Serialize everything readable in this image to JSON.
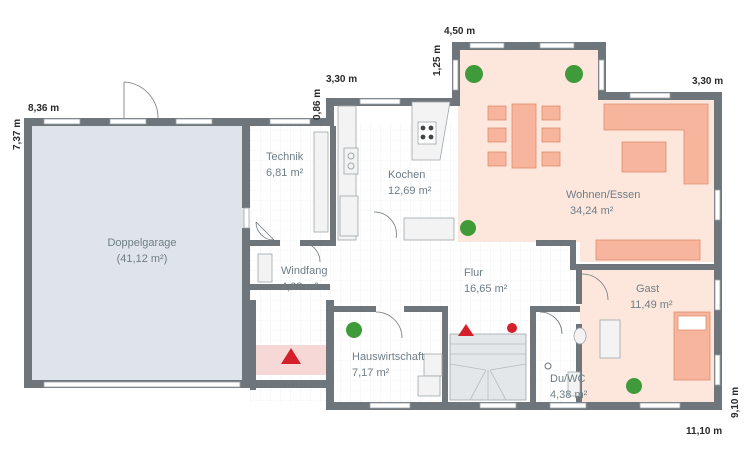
{
  "rooms": {
    "garage": {
      "name": "Doppelgarage",
      "area": "(41,12 m²)"
    },
    "technik": {
      "name": "Technik",
      "area": "6,81 m²"
    },
    "kochen": {
      "name": "Kochen",
      "area": "12,69 m²"
    },
    "wohnen": {
      "name": "Wohnen/Essen",
      "area": "34,24 m²"
    },
    "windfang": {
      "name": "Windfang",
      "area": "4,63 m²"
    },
    "flur": {
      "name": "Flur",
      "area": "16,65 m²"
    },
    "gast": {
      "name": "Gast",
      "area": "11,49 m²"
    },
    "hauswirtschaft": {
      "name": "Hauswirtschaft",
      "area": "7,17 m²"
    },
    "duwc": {
      "name": "Du/WC",
      "area": "4,38 m²"
    }
  },
  "dimensions": {
    "garage_width": "8,36 m",
    "garage_depth": "7,37 m",
    "wall_offset": "0,86 m",
    "kitchen_offset": "3,30 m",
    "bay_width": "4,50 m",
    "bay_depth": "1,25 m",
    "right_offset": "3,30 m",
    "total_width": "11,10 m",
    "total_depth": "9,10 m"
  },
  "colors": {
    "wall": "#6f767b",
    "living_floor": "#fde7dc",
    "guest_floor": "#fde7dc",
    "garage_floor": "#dfe4ea",
    "furniture": "#f6b59c",
    "plant": "#3f9b3a",
    "marker": "#d4202a"
  }
}
